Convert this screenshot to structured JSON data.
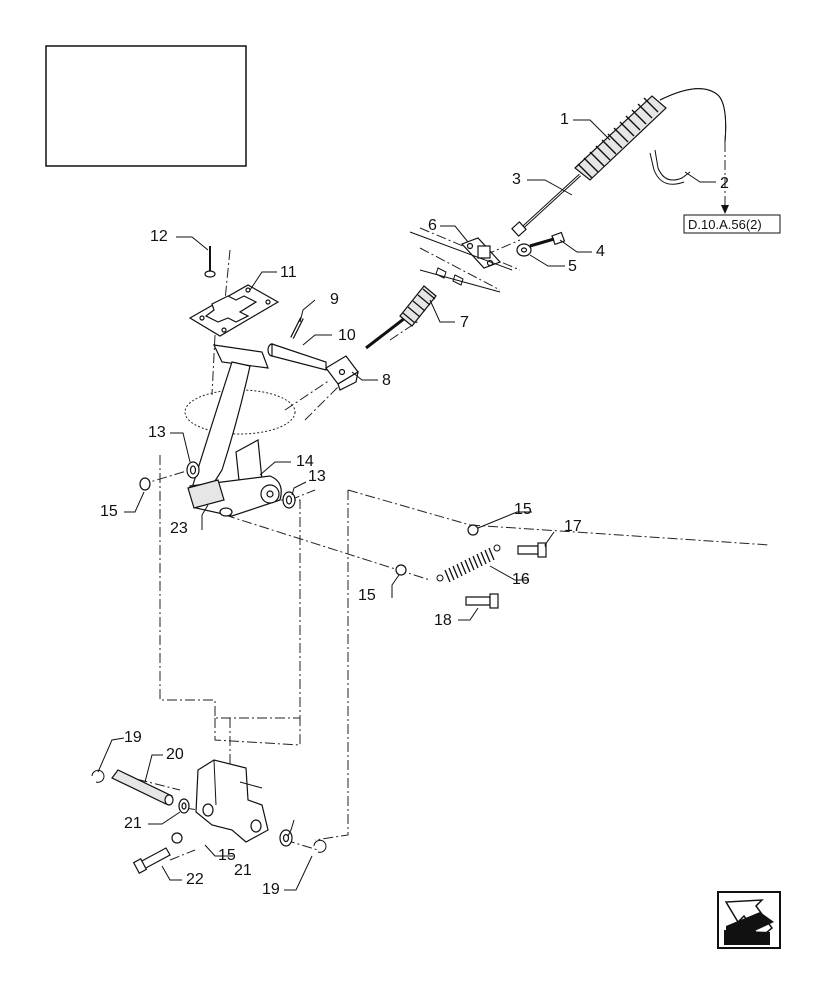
{
  "reference": "D.10.A.56(2)",
  "callouts": [
    {
      "id": "c1",
      "text": "1"
    },
    {
      "id": "c2",
      "text": "2"
    },
    {
      "id": "c3",
      "text": "3"
    },
    {
      "id": "c4",
      "text": "4"
    },
    {
      "id": "c5",
      "text": "5"
    },
    {
      "id": "c6",
      "text": "6"
    },
    {
      "id": "c7",
      "text": "7"
    },
    {
      "id": "c8",
      "text": "8"
    },
    {
      "id": "c9",
      "text": "9"
    },
    {
      "id": "c10",
      "text": "10"
    },
    {
      "id": "c11",
      "text": "11"
    },
    {
      "id": "c12",
      "text": "12"
    },
    {
      "id": "c13a",
      "text": "13"
    },
    {
      "id": "c13b",
      "text": "13"
    },
    {
      "id": "c14",
      "text": "14"
    },
    {
      "id": "c15a",
      "text": "15"
    },
    {
      "id": "c15b",
      "text": "15"
    },
    {
      "id": "c15c",
      "text": "15"
    },
    {
      "id": "c15d",
      "text": "15"
    },
    {
      "id": "c16",
      "text": "16"
    },
    {
      "id": "c17",
      "text": "17"
    },
    {
      "id": "c18",
      "text": "18"
    },
    {
      "id": "c19a",
      "text": "19"
    },
    {
      "id": "c19b",
      "text": "19"
    },
    {
      "id": "c20",
      "text": "20"
    },
    {
      "id": "c21a",
      "text": "21"
    },
    {
      "id": "c21b",
      "text": "21"
    },
    {
      "id": "c22",
      "text": "22"
    },
    {
      "id": "c23",
      "text": "23"
    }
  ],
  "icons": {
    "navigation": "arrow-back-icon"
  }
}
